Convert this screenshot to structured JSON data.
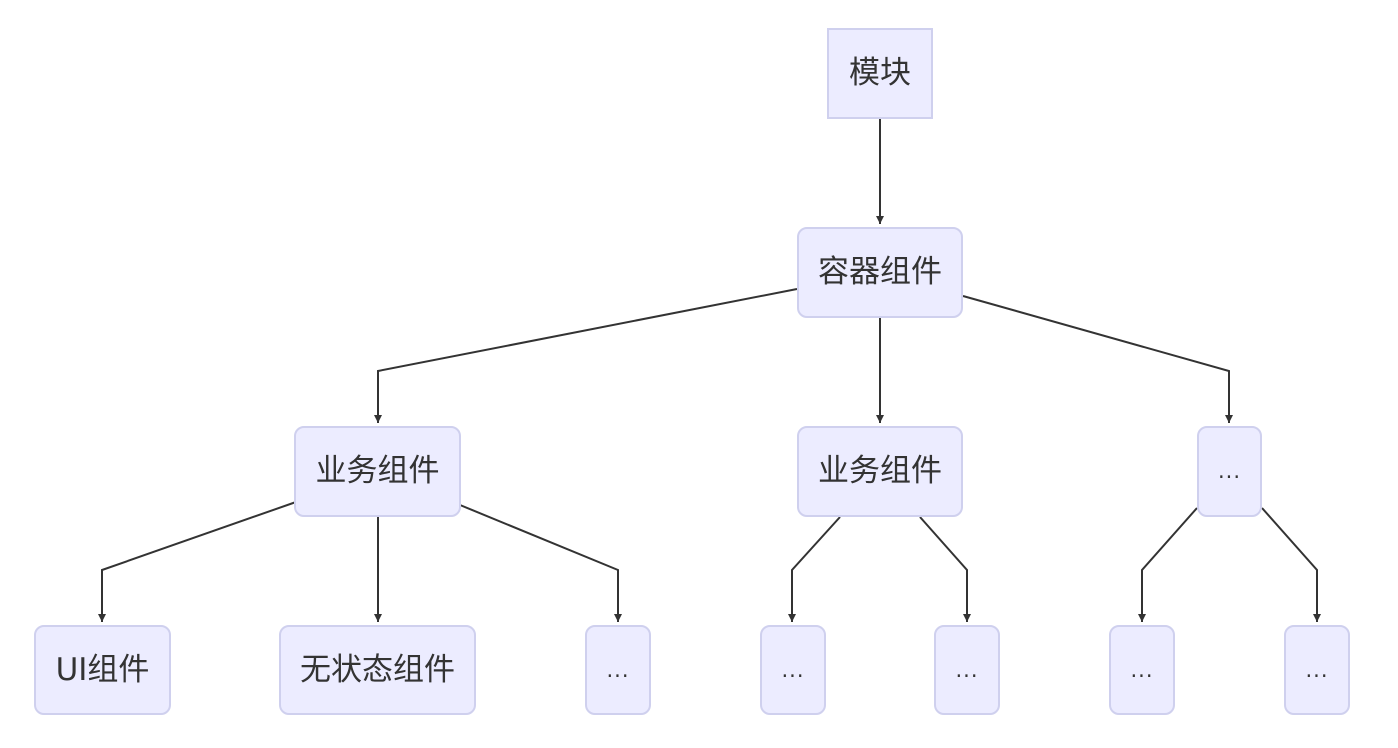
{
  "nodes": {
    "module": "模块",
    "container": "容器组件",
    "business_a": "业务组件",
    "business_b": "业务组件",
    "ellipsis_right": "...",
    "ui": "UI组件",
    "stateless": "无状态组件",
    "ellipsis_a": "...",
    "ellipsis_b1": "...",
    "ellipsis_b2": "...",
    "ellipsis_c1": "...",
    "ellipsis_c2": "..."
  },
  "colors": {
    "node_fill": "#ececff",
    "node_border": "#cfd0ee",
    "edge": "#333333",
    "text": "#333333"
  }
}
